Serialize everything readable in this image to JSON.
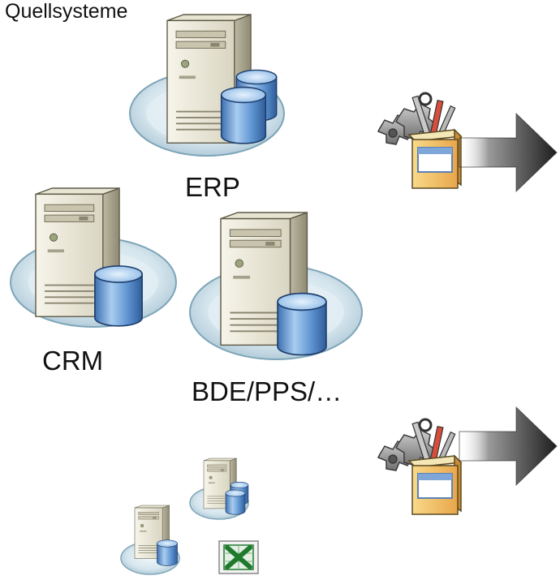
{
  "title": "Quellsysteme",
  "labels": {
    "erp": "ERP",
    "crm": "CRM",
    "bde": "BDE/PPS/…"
  },
  "icons": {
    "server": "server-database-icon",
    "tool": "etl-toolbox-icon",
    "arrow": "right-arrow-icon",
    "spreadsheet": "excel-icon"
  },
  "colors": {
    "disk_outer": "#a9c6d4",
    "disk_inner": "#dbe9f0",
    "server_body": "#ece9dc",
    "database": "#6fa3d6",
    "excel_green": "#1f7a2e",
    "arrow_dark": "#2a2a2a"
  }
}
